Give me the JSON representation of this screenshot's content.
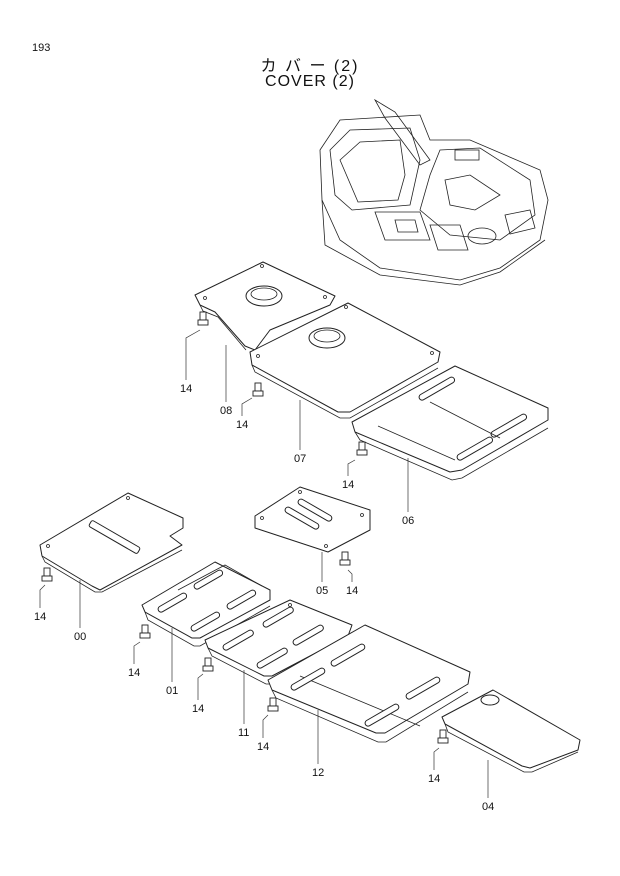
{
  "page": {
    "number": "193",
    "title_jp": "カ バ ー  (2)",
    "title_en": "COVER (2)"
  },
  "parts": {
    "p08": "08",
    "p07": "07",
    "p06": "06",
    "p05": "05",
    "p00": "00",
    "p01": "01",
    "p11": "11",
    "p12": "12",
    "p04": "04",
    "bolt": "14"
  }
}
